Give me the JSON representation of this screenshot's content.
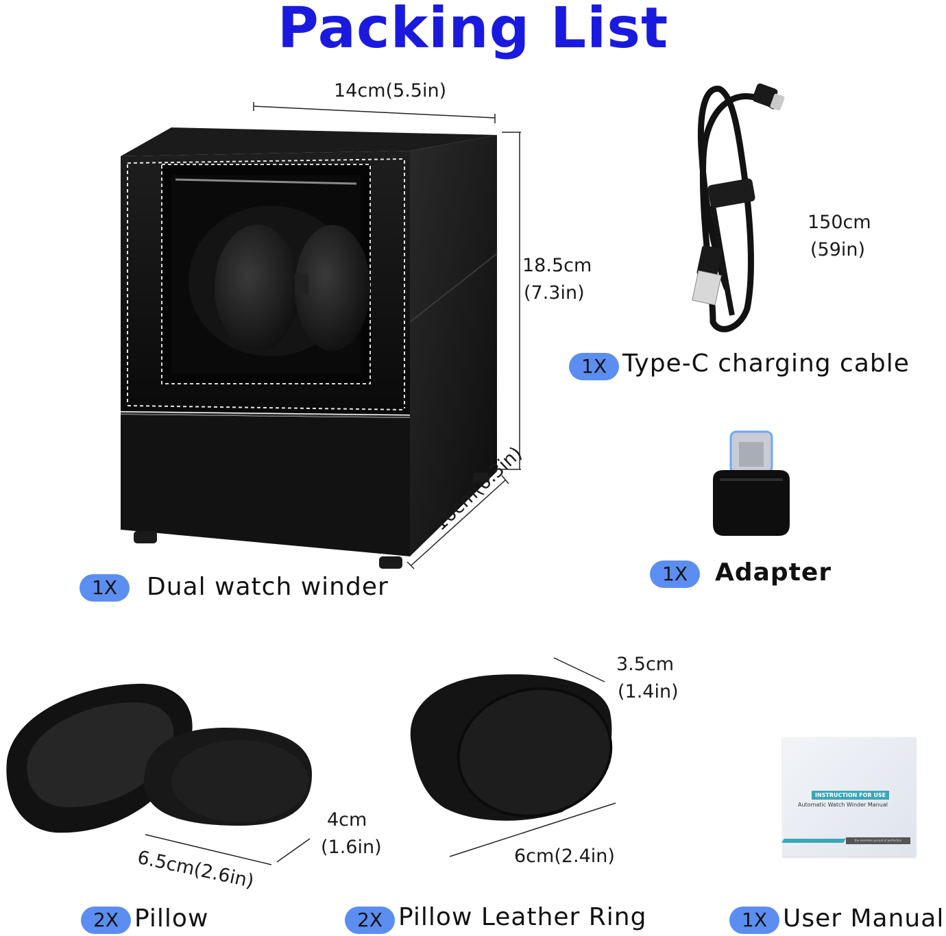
{
  "title": "Packing List",
  "colors": {
    "title": "#1a1adf",
    "badge": "#5b8ef0",
    "leather": "#141414",
    "stitch": "#e8e8e8"
  },
  "items": {
    "winder": {
      "qty": "1X",
      "name": "Dual watch winder",
      "width": "14cm(5.5in)",
      "height_cm": "18.5cm",
      "height_in": "(7.3in)",
      "depth": "16cm(6.3in)"
    },
    "cable": {
      "qty": "1X",
      "name": "Type-C charging cable",
      "length_cm": "150cm",
      "length_in": "(59in)"
    },
    "adapter": {
      "qty": "1X",
      "name": "Adapter"
    },
    "pillow": {
      "qty": "2X",
      "name": "Pillow",
      "height_cm": "4cm",
      "height_in": "(1.6in)",
      "length": "6.5cm(2.6in)"
    },
    "ring": {
      "qty": "2X",
      "name": "Pillow Leather Ring",
      "width_cm": "3.5cm",
      "width_in": "(1.4in)",
      "length": "6cm(2.4in)"
    },
    "manual": {
      "qty": "1X",
      "name": "User Manual",
      "header": "INSTRUCTION FOR USE",
      "subtitle": "Automatic Watch Winder Manual",
      "footer": "the seamless pursuit of perfection"
    }
  }
}
